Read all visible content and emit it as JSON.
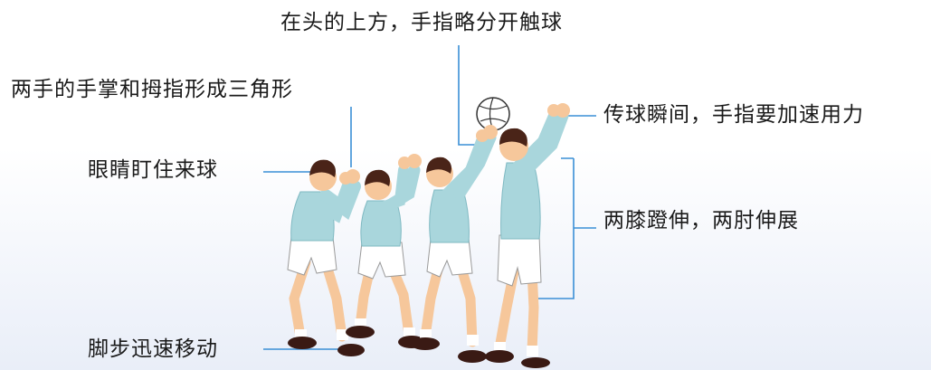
{
  "annotations": {
    "top": "在头的上方，手指略分开触球",
    "left_triangle": "两手的手掌和拇指形成三角形",
    "left_eyes": "眼睛盯住来球",
    "left_feet": "脚步迅速移动",
    "right_moment": "传球瞬间，手指要加速用力",
    "right_knees": "两膝蹬伸，两肘伸展"
  },
  "colors": {
    "leader_line": "#3a8fd6",
    "shirt": "#a9d6dc",
    "shirt_shadow": "#7fb9c2",
    "shorts": "#ffffff",
    "skin": "#f6c79b",
    "hair": "#4a2418",
    "shoe": "#3a1a14",
    "sock": "#ffffff"
  },
  "figure": {
    "ball": "volleyball",
    "players": 4
  }
}
